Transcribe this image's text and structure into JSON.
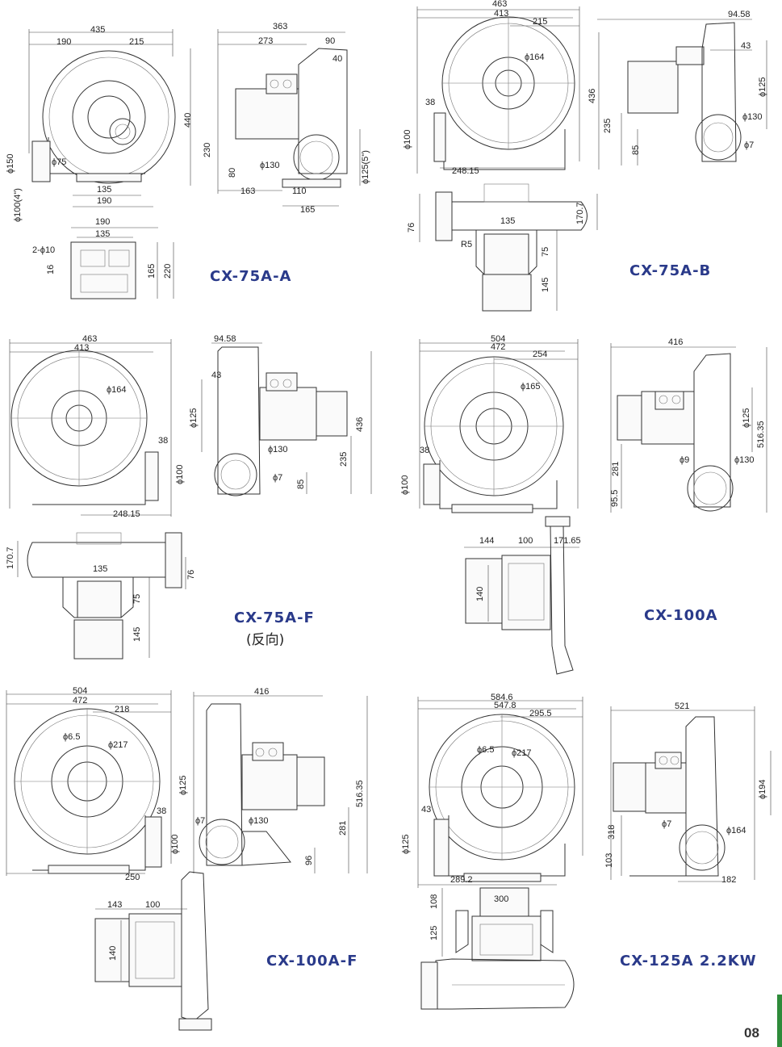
{
  "page_number": "08",
  "sections": [
    {
      "model": "CX-75A-A",
      "dims": {
        "front": [
          "435",
          "190",
          "215",
          "440",
          "ϕ150",
          "ϕ75",
          "ϕ100(4\")",
          "135",
          "190"
        ],
        "side": [
          "363",
          "273",
          "90",
          "40",
          "230",
          "80",
          "ϕ130",
          "ϕ125(5\")",
          "163",
          "110",
          "165"
        ],
        "base": [
          "190",
          "135",
          "2-ϕ10",
          "16",
          "165",
          "220"
        ]
      }
    },
    {
      "model": "CX-75A-B",
      "dims": {
        "front": [
          "463",
          "413",
          "215",
          "ϕ164",
          "436",
          "38",
          "ϕ100",
          "235",
          "248.15"
        ],
        "side": [
          "94.58",
          "43",
          "ϕ125",
          "ϕ130",
          "85",
          "ϕ7"
        ],
        "top": [
          "135",
          "170.7",
          "76",
          "R5",
          "75",
          "145"
        ]
      }
    },
    {
      "model": "CX-75A-F",
      "subtitle": "(反向)",
      "dims": {
        "front": [
          "463",
          "413",
          "ϕ164",
          "38",
          "ϕ100",
          "248.15"
        ],
        "side": [
          "94.58",
          "43",
          "ϕ125",
          "436",
          "ϕ130",
          "235",
          "ϕ7",
          "85"
        ],
        "top": [
          "170.7",
          "135",
          "76",
          "75",
          "145"
        ]
      }
    },
    {
      "model": "CX-100A",
      "dims": {
        "front": [
          "504",
          "472",
          "254",
          "ϕ165",
          "38",
          "ϕ100"
        ],
        "side": [
          "416",
          "ϕ125",
          "516.35",
          "281",
          "ϕ9",
          "ϕ130",
          "95.5"
        ],
        "top": [
          "144",
          "100",
          "171.65",
          "140"
        ]
      }
    },
    {
      "model": "CX-100A-F",
      "dims": {
        "front": [
          "504",
          "472",
          "218",
          "ϕ6.5",
          "ϕ217",
          "38",
          "ϕ100",
          "250"
        ],
        "side": [
          "416",
          "ϕ125",
          "516.35",
          "ϕ7",
          "ϕ130",
          "281",
          "96"
        ],
        "top": [
          "143",
          "100",
          "140"
        ]
      }
    },
    {
      "model": "CX-125A 2.2KW",
      "dims": {
        "front": [
          "584.6",
          "547.8",
          "295.5",
          "ϕ6.5",
          "ϕ217",
          "43",
          "ϕ125",
          "289.2"
        ],
        "side": [
          "521",
          "ϕ194",
          "318",
          "ϕ7",
          "ϕ164",
          "103",
          "182"
        ],
        "top": [
          "300",
          "108",
          "125"
        ]
      }
    }
  ]
}
